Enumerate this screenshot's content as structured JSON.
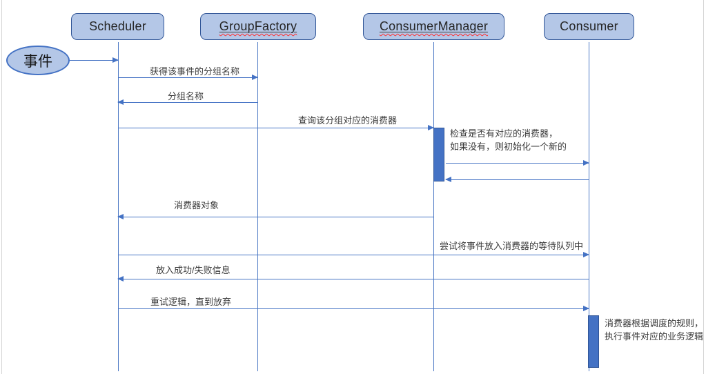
{
  "diagram_type": "uml-sequence-diagram",
  "colors": {
    "line_blue": "#4472c4",
    "shape_fill": "#b4c7e7",
    "shape_border": "#2f5496",
    "activation_fill": "#4472c4",
    "spellcheck_squiggle": "#ff2f2f",
    "label_text": "#3a3a3a",
    "page_edge": "#d4d4d4"
  },
  "event": {
    "label": "事件"
  },
  "actors": [
    {
      "label": "Scheduler",
      "misspelled": false
    },
    {
      "label": "GroupFactory",
      "misspelled": true
    },
    {
      "label": "ConsumerManager",
      "misspelled": true
    },
    {
      "label": "Consumer",
      "misspelled": false
    }
  ],
  "messages": [
    {
      "from": "事件",
      "to": "Scheduler",
      "label": ""
    },
    {
      "from": "Scheduler",
      "to": "GroupFactory",
      "label": "获得该事件的分组名称"
    },
    {
      "from": "GroupFactory",
      "to": "Scheduler",
      "label": "分组名称"
    },
    {
      "from": "Scheduler",
      "to": "ConsumerManager",
      "label": "查询该分组对应的消费器"
    },
    {
      "from": "ConsumerManager",
      "to": "Consumer",
      "label": ""
    },
    {
      "from": "Consumer",
      "to": "ConsumerManager",
      "label": ""
    },
    {
      "from": "ConsumerManager",
      "to": "Scheduler",
      "label": "消费器对象"
    },
    {
      "from": "Scheduler",
      "to": "Consumer",
      "label": "尝试将事件放入消费器的等待队列中"
    },
    {
      "from": "Consumer",
      "to": "Scheduler",
      "label": "放入成功/失败信息"
    },
    {
      "from": "Scheduler",
      "to": "Consumer",
      "label": "重试逻辑，直到放弃"
    }
  ],
  "notes": [
    {
      "attached_to": "ConsumerManager",
      "lines": [
        "检查是否有对应的消费器，",
        "如果没有，则初始化一个新的"
      ]
    },
    {
      "attached_to": "Consumer",
      "lines": [
        "消费器根据调度的规则，",
        "执行事件对应的业务逻辑"
      ]
    }
  ]
}
